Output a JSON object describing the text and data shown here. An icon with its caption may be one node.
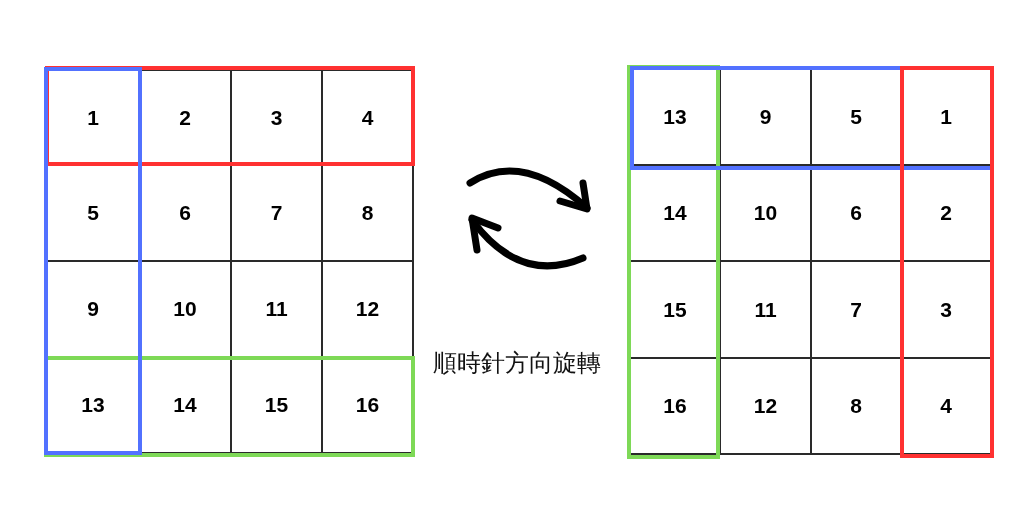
{
  "diagram": {
    "labels": [
      "1",
      "2",
      "3",
      "4",
      "5",
      "6",
      "7",
      "8",
      "9",
      "10",
      "11",
      "12",
      "13",
      "14",
      "15",
      "16",
      "順時針方向旋轉",
      "13",
      "9",
      "5",
      "1",
      "14",
      "10",
      "6",
      "2",
      "15",
      "11",
      "7",
      "3",
      "16",
      "12",
      "8",
      "4"
    ]
  }
}
